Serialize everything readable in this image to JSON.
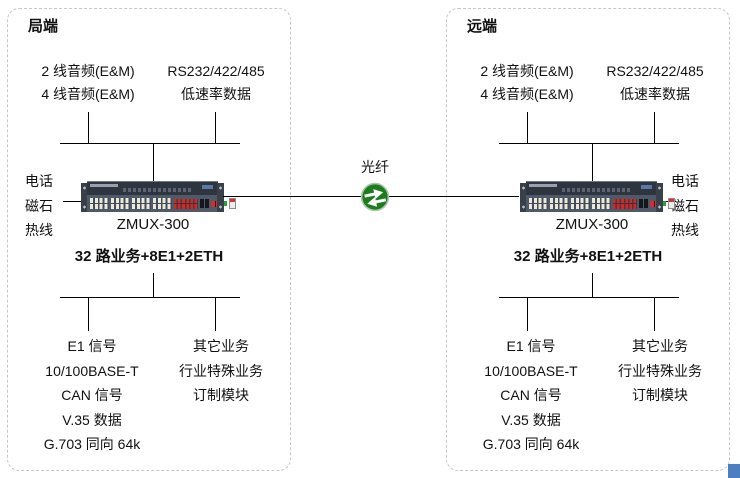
{
  "fiber": {
    "label": "光纤",
    "icon": "globe-sync-icon",
    "icon_color": "#1e7c1e"
  },
  "corner_marker": {
    "color": "#4c7fc0"
  },
  "sides": [
    {
      "title": "局端",
      "audio_lines": [
        "2 线音频(E&M)",
        "4 线音频(E&M)"
      ],
      "data_lines": [
        "RS232/422/485",
        "低速率数据"
      ],
      "phone_labels": [
        "电话",
        "磁石",
        "热线"
      ],
      "device_label": "ZMUX-300",
      "capacity_label": "32 路业务+8E1+2ETH",
      "service_lines": [
        "E1 信号",
        "10/100BASE-T",
        "CAN 信号",
        "V.35 数据",
        "G.703 同向 64k"
      ],
      "other_lines": [
        "其它业务",
        "行业特殊业务",
        "订制模块"
      ]
    },
    {
      "title": "远端",
      "audio_lines": [
        "2 线音频(E&M)",
        "4 线音频(E&M)"
      ],
      "data_lines": [
        "RS232/422/485",
        "低速率数据"
      ],
      "phone_labels": [
        "电话",
        "磁石",
        "热线"
      ],
      "device_label": "ZMUX-300",
      "capacity_label": "32 路业务+8E1+2ETH",
      "service_lines": [
        "E1 信号",
        "10/100BASE-T",
        "CAN 信号",
        "V.35 数据",
        "G.703 同向 64k"
      ],
      "other_lines": [
        "其它业务",
        "行业特殊业务",
        "订制模块"
      ]
    }
  ]
}
